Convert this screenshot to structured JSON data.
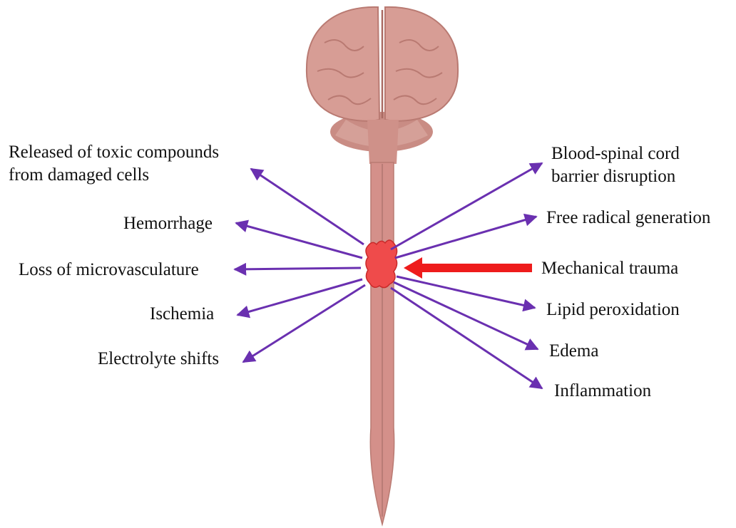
{
  "colors": {
    "arrow": "#6a30b0",
    "trauma_arrow": "#ee1c1c",
    "injury_site": "#ef4b4b",
    "cord": "#d4908a",
    "brain": "#d39a92"
  },
  "effects_left": [
    {
      "line1": "Released of toxic compounds",
      "line2": "from damaged cells"
    },
    {
      "line1": "Hemorrhage"
    },
    {
      "line1": "Loss of microvasculature"
    },
    {
      "line1": "Ischemia"
    },
    {
      "line1": "Electrolyte shifts"
    }
  ],
  "effects_right": [
    {
      "line1": "Blood-spinal cord",
      "line2": "barrier disruption"
    },
    {
      "line1": "Free radical generation"
    },
    {
      "line1": "Lipid peroxidation"
    },
    {
      "line1": "Edema"
    },
    {
      "line1": "Inflammation"
    }
  ],
  "cause": "Mechanical trauma"
}
